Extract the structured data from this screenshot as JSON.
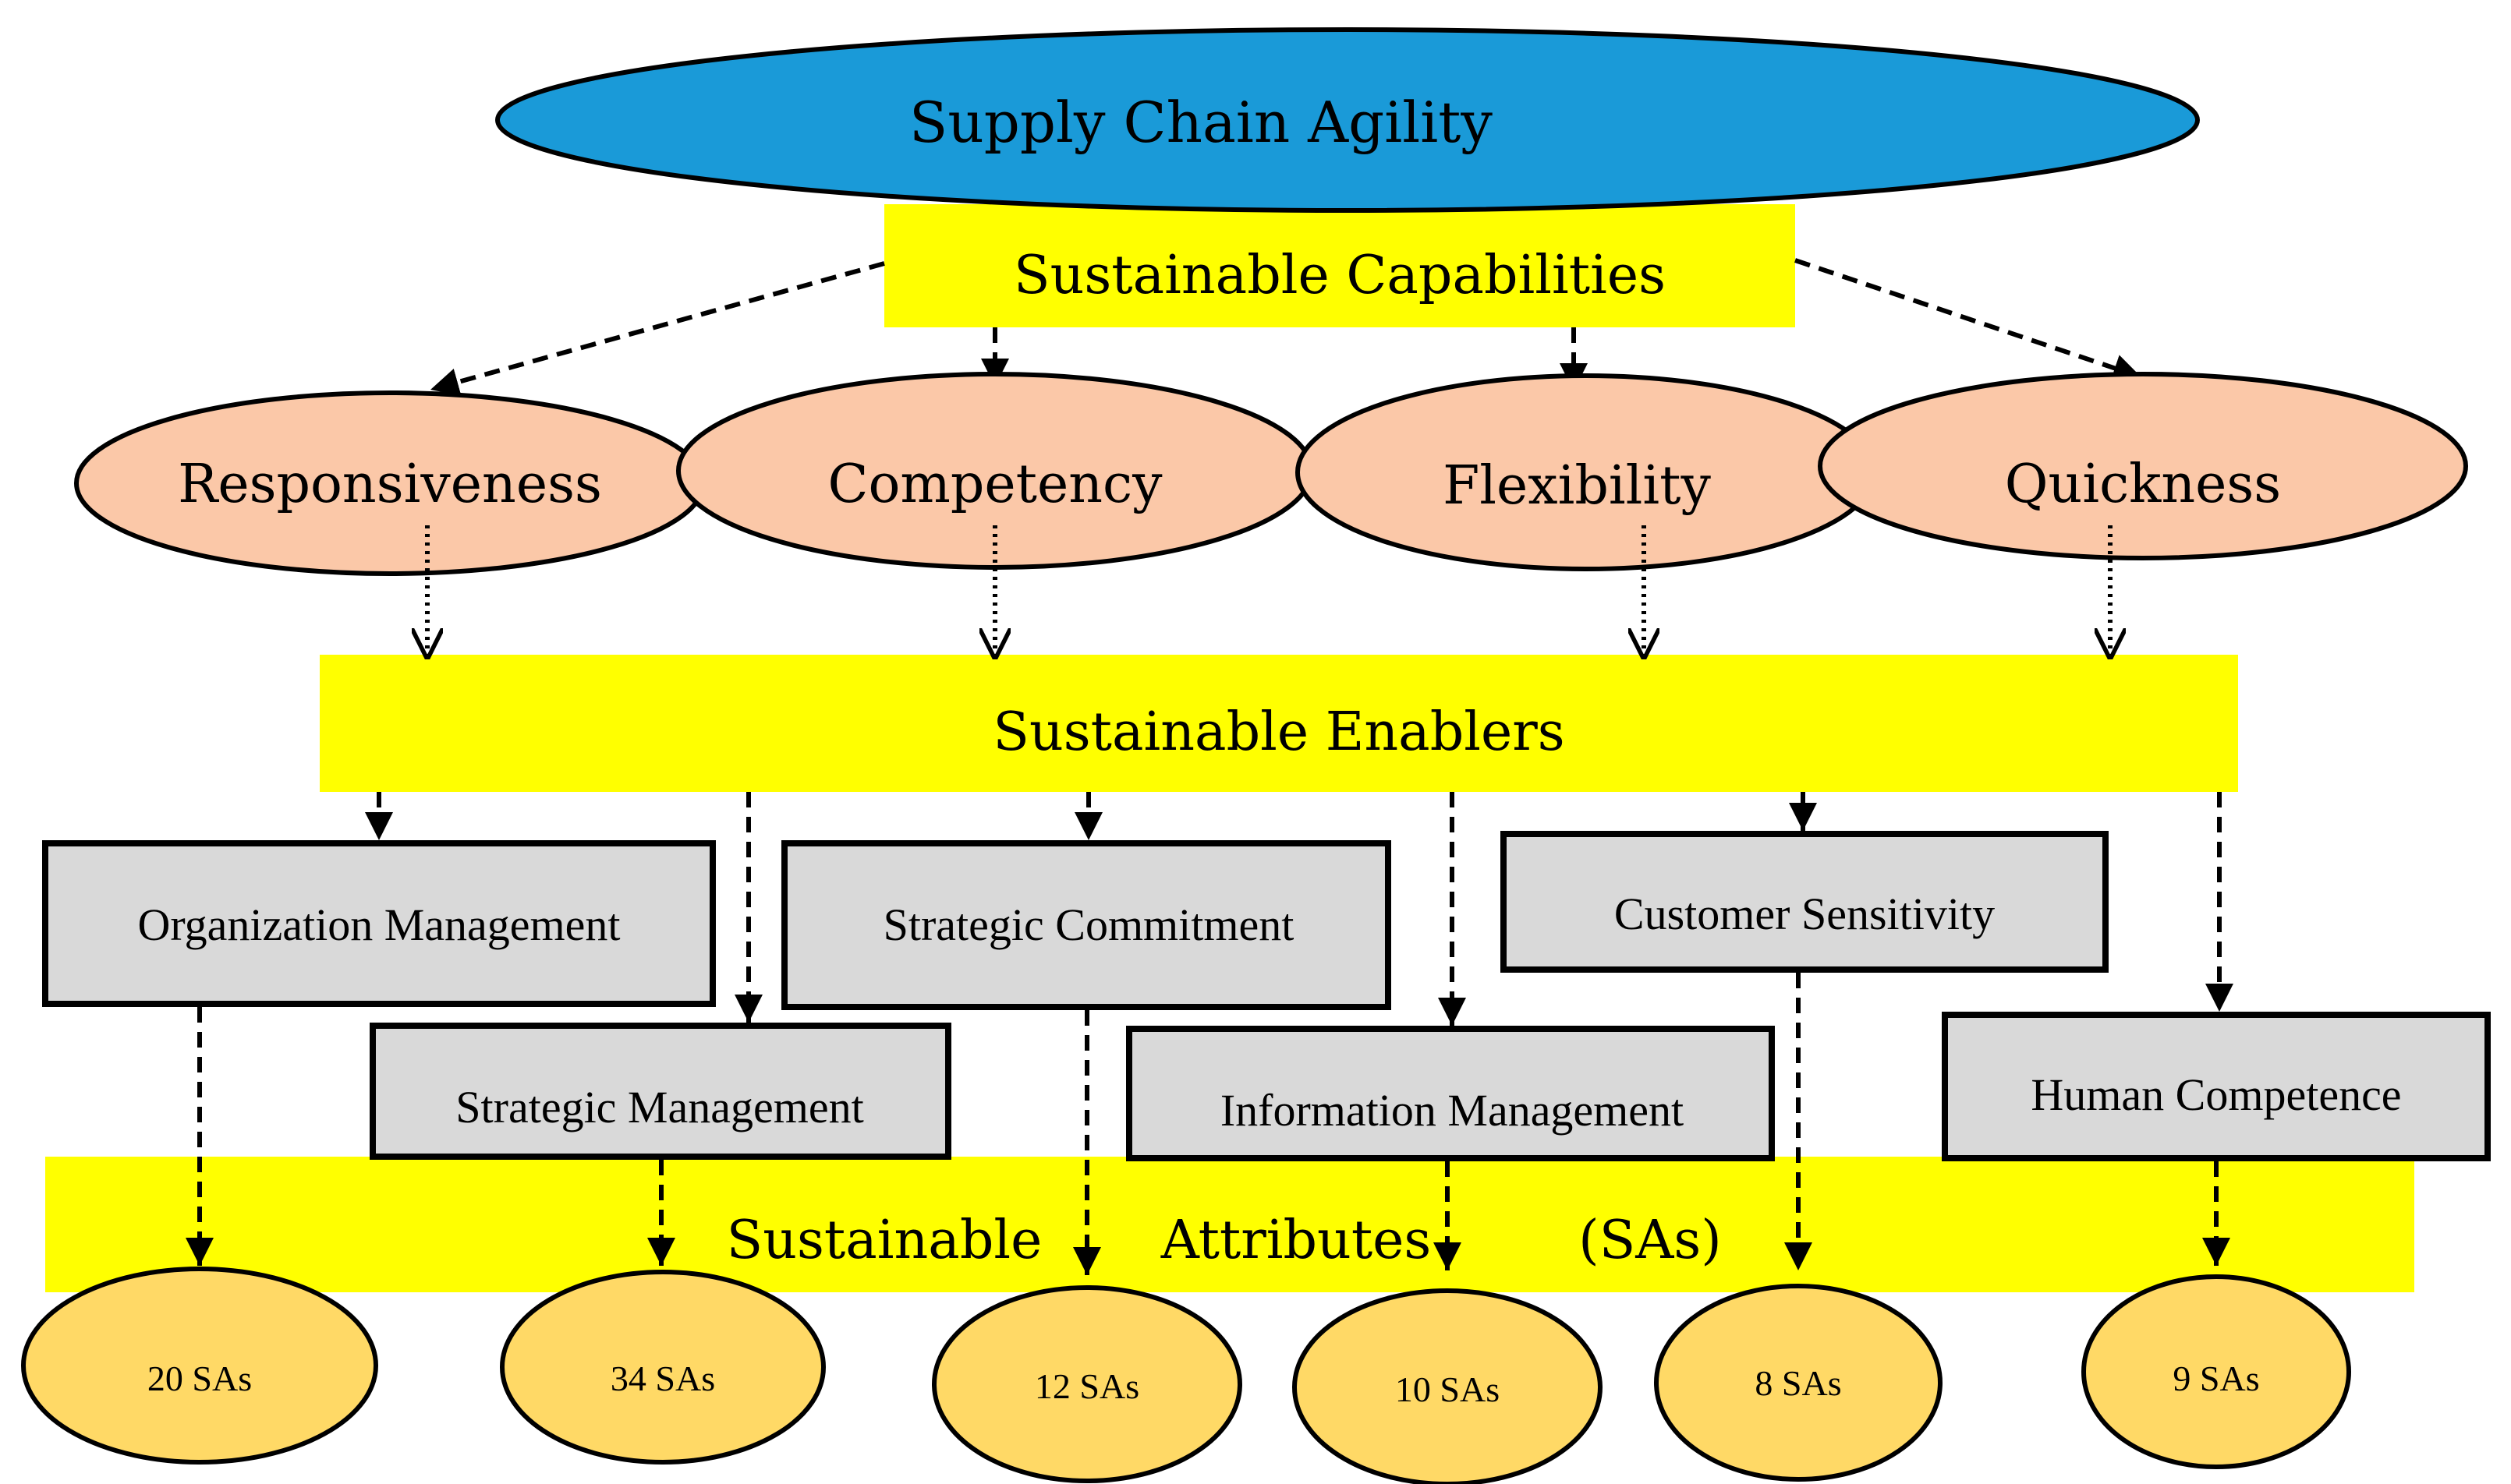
{
  "top": {
    "label": "Supply Chain Agility"
  },
  "capabilities": {
    "label": "Sustainable Capabilities",
    "items": [
      "Responsiveness",
      "Competency",
      "Flexibility",
      "Quickness"
    ]
  },
  "enablers": {
    "label": "Sustainable Enablers",
    "items": [
      "Organization Management",
      "Strategic Management",
      "Strategic Commitment",
      "Information Management",
      "Customer Sensitivity",
      "Human Competence"
    ]
  },
  "attributes": {
    "label_word1": "Sustainable",
    "label_word2": "Attributes",
    "label_word3": "(SAs)",
    "counts": [
      "20 SAs",
      "34 SAs",
      "12 SAs",
      "10 SAs",
      "8 SAs",
      "9 SAs"
    ]
  },
  "colors": {
    "top_fill": "#1a9ad8",
    "band_fill": "#ffff00",
    "capability_fill": "#fbc8a8",
    "enabler_fill": "#d9d9d9",
    "sa_fill": "#ffd966",
    "stroke": "#000000"
  }
}
